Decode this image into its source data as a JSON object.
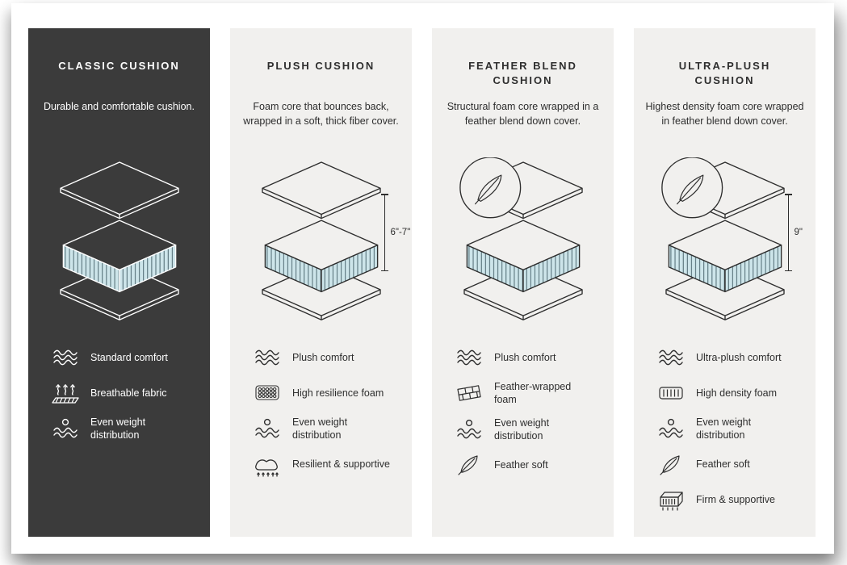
{
  "colors": {
    "dark_panel": "#3b3b3b",
    "light_panel": "#f1f0ee",
    "foam_blue": "#cde5ea",
    "dark_text": "#2e2e2e",
    "light_text": "#ffffff"
  },
  "cards": [
    {
      "title": "CLASSIC CUSHION",
      "description": "Durable and comfortable cushion.",
      "features": [
        {
          "icon": "wave-icon",
          "label": "Standard comfort"
        },
        {
          "icon": "breathable-icon",
          "label": "Breathable fabric"
        },
        {
          "icon": "weight-distribution-icon",
          "label": "Even weight distribution"
        }
      ]
    },
    {
      "title": "PLUSH CUSHION",
      "description": "Foam core that bounces back, wrapped in a soft, thick fiber cover.",
      "measure": "6\"-7\"",
      "features": [
        {
          "icon": "wave-icon",
          "label": "Plush comfort"
        },
        {
          "icon": "foam-bubbles-icon",
          "label": "High resilience foam"
        },
        {
          "icon": "weight-distribution-icon",
          "label": "Even weight distribution"
        },
        {
          "icon": "resilient-supportive-icon",
          "label": "Resilient & supportive"
        }
      ]
    },
    {
      "title": "FEATHER BLEND CUSHION",
      "description": "Structural foam core wrapped in a feather blend down cover.",
      "features": [
        {
          "icon": "wave-icon",
          "label": "Plush comfort"
        },
        {
          "icon": "feather-wrapped-foam-icon",
          "label": "Feather-wrapped foam"
        },
        {
          "icon": "weight-distribution-icon",
          "label": "Even weight distribution"
        },
        {
          "icon": "feather-icon",
          "label": "Feather soft"
        }
      ]
    },
    {
      "title": "ULTRA-PLUSH CUSHION",
      "description": "Highest density foam core wrapped in feather blend down cover.",
      "measure": "9\"",
      "features": [
        {
          "icon": "wave-icon",
          "label": "Ultra-plush comfort"
        },
        {
          "icon": "high-density-foam-icon",
          "label": "High density foam"
        },
        {
          "icon": "weight-distribution-icon",
          "label": "Even weight distribution"
        },
        {
          "icon": "feather-icon",
          "label": "Feather soft"
        },
        {
          "icon": "firm-supportive-icon",
          "label": "Firm & supportive"
        }
      ]
    }
  ]
}
